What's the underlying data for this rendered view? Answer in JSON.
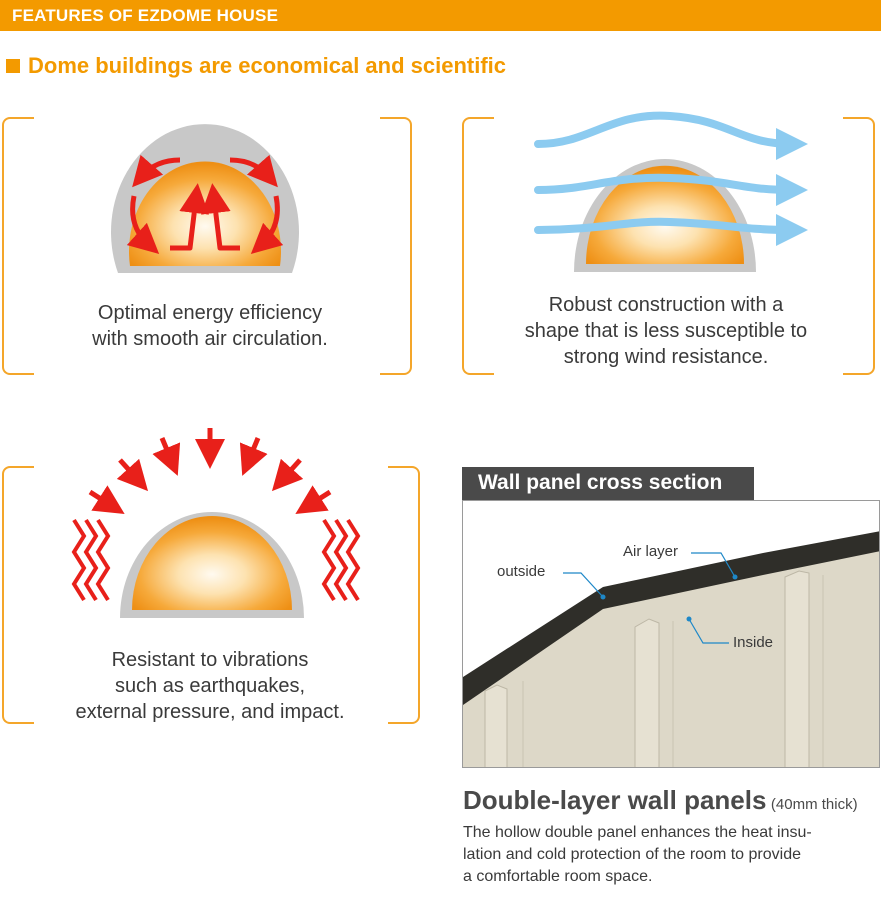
{
  "header": {
    "title": "FEATURES OF EZDOME HOUSE"
  },
  "subheading": "Dome buildings are economical and scientific",
  "features": [
    {
      "caption_lines": [
        "Optimal energy efficiency",
        "with smooth air circulation."
      ]
    },
    {
      "caption_lines": [
        "Robust construction with a",
        "shape that is less susceptible to",
        "strong wind resistance."
      ]
    },
    {
      "caption_lines": [
        "Resistant to vibrations",
        "such as earthquakes,",
        "external pressure, and impact."
      ]
    }
  ],
  "wall_section": {
    "title": "Wall panel cross section",
    "labels": {
      "air_layer": "Air layer",
      "outside": "outside",
      "inside": "Inside"
    }
  },
  "double_layer": {
    "title": "Double-layer wall panels",
    "thickness": "(40mm thick)",
    "description_lines": [
      "The hollow double panel enhances the heat insu-",
      "lation and cold protection of the room to provide",
      "a comfortable room space."
    ]
  },
  "colors": {
    "accent": "#f39a00",
    "bracket": "#f4a62a",
    "arrow_red": "#e8201a",
    "wind_blue": "#8ccbf0",
    "dome_shell": "#c8c8c8",
    "panel_title_bg": "#4a4a4a"
  }
}
